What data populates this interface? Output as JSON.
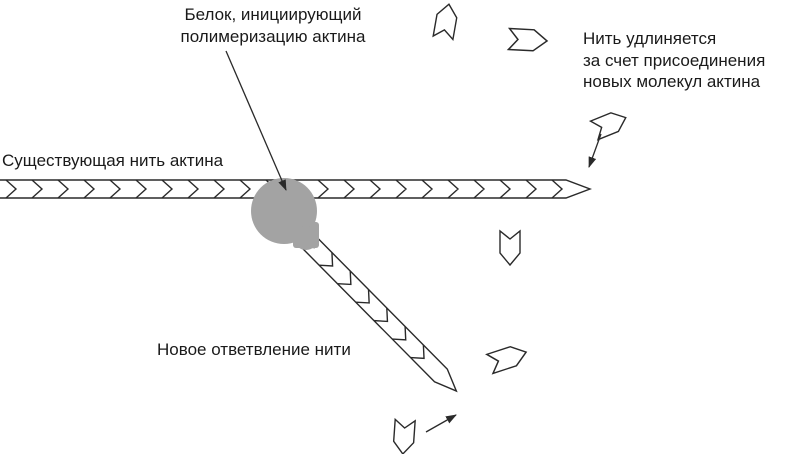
{
  "labels": {
    "protein_initiator": [
      "Белок, инициирующий",
      "полимеризацию актина"
    ],
    "elongation": [
      "Нить удлиняется",
      "за счет присоединения",
      "новых молекул актина"
    ],
    "existing_filament": "Существующая нить актина",
    "new_branch": "Новое ответвление нити"
  },
  "colors": {
    "background": "#ffffff",
    "outline": "#2a2a2a",
    "text": "#1a1a1a",
    "protein_blob": "#a3a3a3"
  },
  "icons": {
    "actin_monomer": "chevron-pentagon-outline",
    "pointer_arrow": "thin-line-filled-arrowhead",
    "filament_segment": "right-chevron"
  }
}
